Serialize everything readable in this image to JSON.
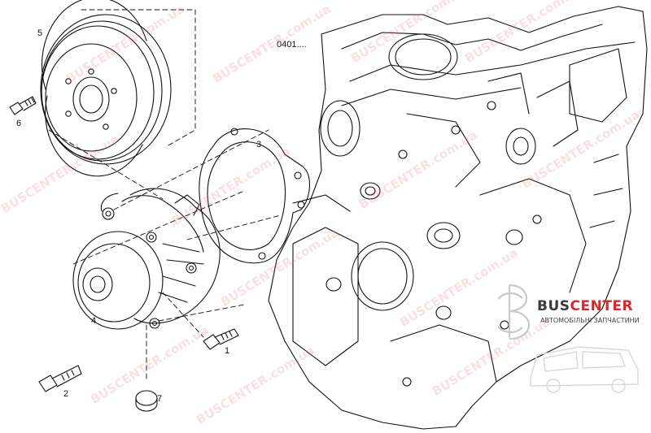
{
  "diagram": {
    "group_code": "0401....",
    "callouts": {
      "c1": "1",
      "c2": "2",
      "c3": "3",
      "c4": "4",
      "c5": "5",
      "c6": "6",
      "c7": "7"
    }
  },
  "watermark": {
    "domain_text": "BUSCENTER.com.ua",
    "logo_bus": "BUS",
    "logo_center": "CENTER",
    "logo_subtitle": "АВТОМОБІЛЬНІ ЗАПЧАСТИНИ",
    "colors": {
      "watermark": "#e67878",
      "brand_red": "#d8282e",
      "brand_gray": "#3a3a3a"
    }
  }
}
